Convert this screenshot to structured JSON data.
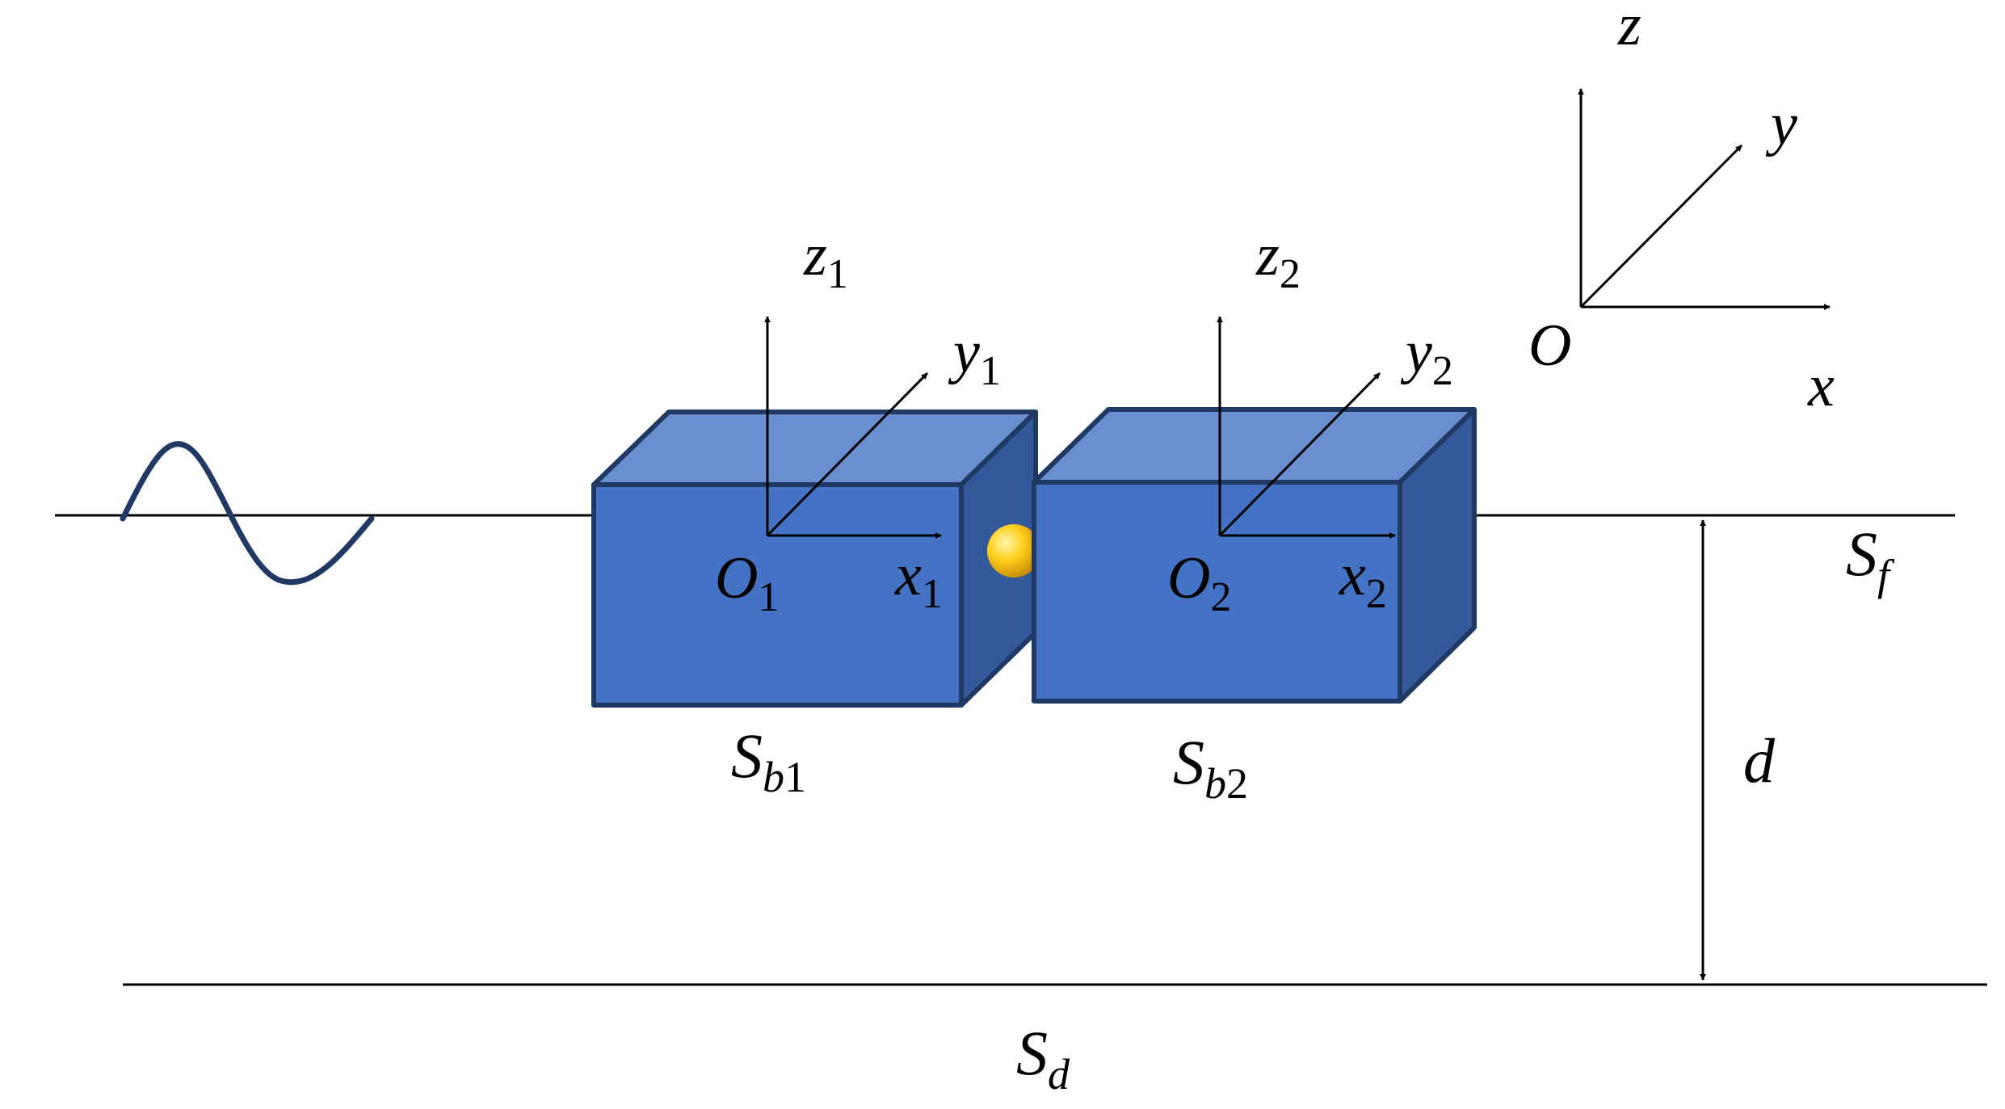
{
  "labels": {
    "global_z": "z",
    "global_y": "y",
    "global_x": "x",
    "global_origin": "O",
    "body1_z": {
      "base": "z",
      "sub": "1"
    },
    "body1_y": {
      "base": "y",
      "sub": "1"
    },
    "body1_x": {
      "base": "x",
      "sub": "1"
    },
    "body1_origin": {
      "base": "O",
      "sub": "1"
    },
    "body2_z": {
      "base": "z",
      "sub": "2"
    },
    "body2_y": {
      "base": "y",
      "sub": "2"
    },
    "body2_x": {
      "base": "x",
      "sub": "2"
    },
    "body2_origin": {
      "base": "O",
      "sub": "2"
    },
    "free_surface": {
      "base": "S",
      "sub": "f"
    },
    "body1_surface": {
      "base": "S",
      "sub_italic": "b",
      "sub": "1"
    },
    "body2_surface": {
      "base": "S",
      "sub_italic": "b",
      "sub": "2"
    },
    "depth": "d",
    "seabed": {
      "base": "S",
      "sub": "d"
    }
  },
  "colors": {
    "box_front": "#4472c4",
    "box_top": "#6a8fd0",
    "box_side": "#34599a",
    "box_edge": "#1f3864",
    "wave": "#1f3864",
    "hinge": "#ffc000"
  }
}
